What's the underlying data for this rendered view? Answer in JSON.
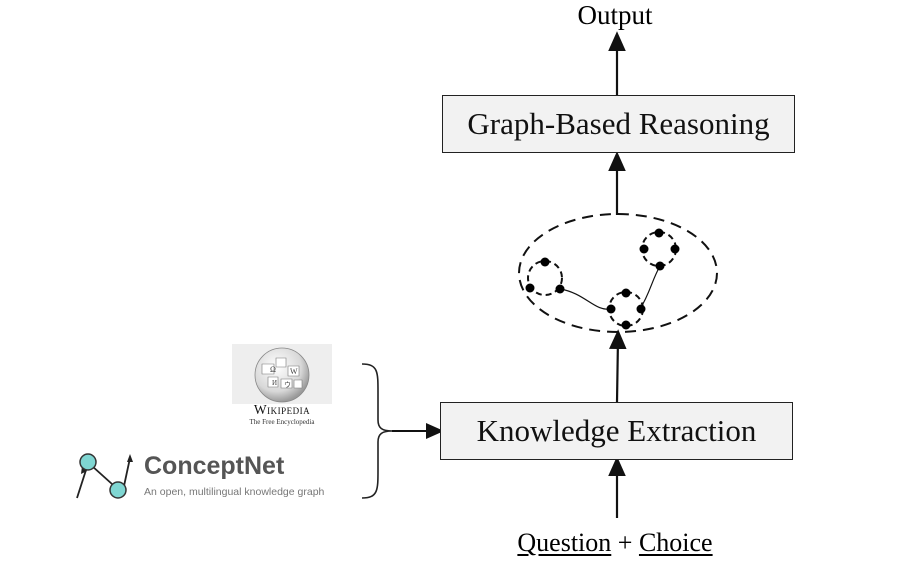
{
  "nodes": {
    "output": "Output",
    "graph_reasoning": "Graph-Based Reasoning",
    "knowledge_extraction": "Knowledge Extraction",
    "question": "Question",
    "plus": "+",
    "choice": "Choice"
  },
  "sources": {
    "wikipedia": {
      "wordmark": "Wikipedia",
      "tagline": "The Free Encyclopedia",
      "icon": "wikipedia-globe-icon"
    },
    "conceptnet": {
      "name": "ConceptNet",
      "tagline": "An open, multilingual knowledge graph",
      "icon": "conceptnet-graph-icon",
      "accent": "#7fd6d2"
    }
  },
  "colors": {
    "box_fill": "#f2f2f2",
    "stroke": "#222222"
  }
}
